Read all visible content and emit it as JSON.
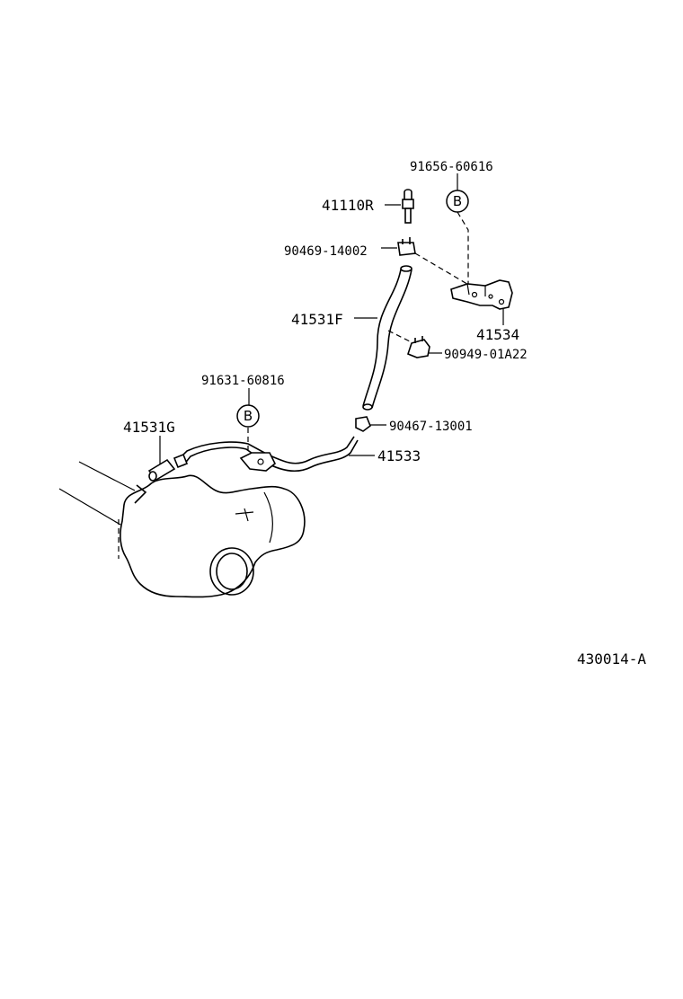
{
  "diagram": {
    "labels": {
      "p_91656_60616": "91656-60616",
      "p_41110R": "41110R",
      "p_90469_14002": "90469-14002",
      "p_41531F": "41531F",
      "p_41534": "41534",
      "p_90949_01A22": "90949-01A22",
      "p_91631_60816": "91631-60816",
      "p_41531G": "41531G",
      "p_90467_13001": "90467-13001",
      "p_41533": "41533"
    },
    "callouts": {
      "b_top": "B",
      "b_bottom": "B"
    },
    "figure_id": "430014-A"
  }
}
